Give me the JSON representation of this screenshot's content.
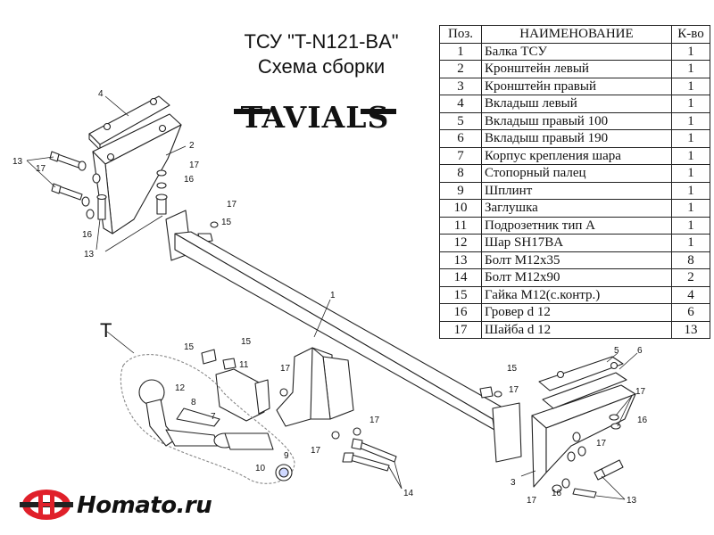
{
  "header": {
    "title": "ТСУ \"T-N121-BA\"",
    "subtitle": "Схема сборки",
    "logo_text": "TAVIALS"
  },
  "parts_table": {
    "columns": [
      "Поз.",
      "НАИМЕНОВАНИЕ",
      "К-во"
    ],
    "rows": [
      {
        "pos": "1",
        "name": "Балка ТСУ",
        "qty": "1"
      },
      {
        "pos": "2",
        "name": "Кронштейн левый",
        "qty": "1"
      },
      {
        "pos": "3",
        "name": "Кронштейн правый",
        "qty": "1"
      },
      {
        "pos": "4",
        "name": "Вкладыш левый",
        "qty": "1"
      },
      {
        "pos": "5",
        "name": "Вкладыш правый 100",
        "qty": "1"
      },
      {
        "pos": "6",
        "name": "Вкладыш правый 190",
        "qty": "1"
      },
      {
        "pos": "7",
        "name": "Корпус крепления шара",
        "qty": "1"
      },
      {
        "pos": "8",
        "name": "Стопорный палец",
        "qty": "1"
      },
      {
        "pos": "9",
        "name": "Шплинт",
        "qty": "1"
      },
      {
        "pos": "10",
        "name": "Заглушка",
        "qty": "1"
      },
      {
        "pos": "11",
        "name": "Подрозетник тип А",
        "qty": "1"
      },
      {
        "pos": "12",
        "name": "Шар SH17BA",
        "qty": "1"
      },
      {
        "pos": "13",
        "name": "Болт М12х35",
        "qty": "8"
      },
      {
        "pos": "14",
        "name": "Болт М12х90",
        "qty": "2"
      },
      {
        "pos": "15",
        "name": "Гайка М12(с.контр.)",
        "qty": "4"
      },
      {
        "pos": "16",
        "name": "Гровер d 12",
        "qty": "6"
      },
      {
        "pos": "17",
        "name": "Шайба d 12",
        "qty": "13"
      }
    ]
  },
  "callouts": {
    "T": "T",
    "c1": "1",
    "c2": "2",
    "c3": "3",
    "c4": "4",
    "c5": "5",
    "c6": "6",
    "c7": "7",
    "c8": "8",
    "c9": "9",
    "c10": "10",
    "c11": "11",
    "c12": "12",
    "c13": "13",
    "c14": "14",
    "c15": "15",
    "c16": "16",
    "c17": "17"
  },
  "brand": {
    "text": "Homato.ru",
    "accent": "#e0202a"
  }
}
